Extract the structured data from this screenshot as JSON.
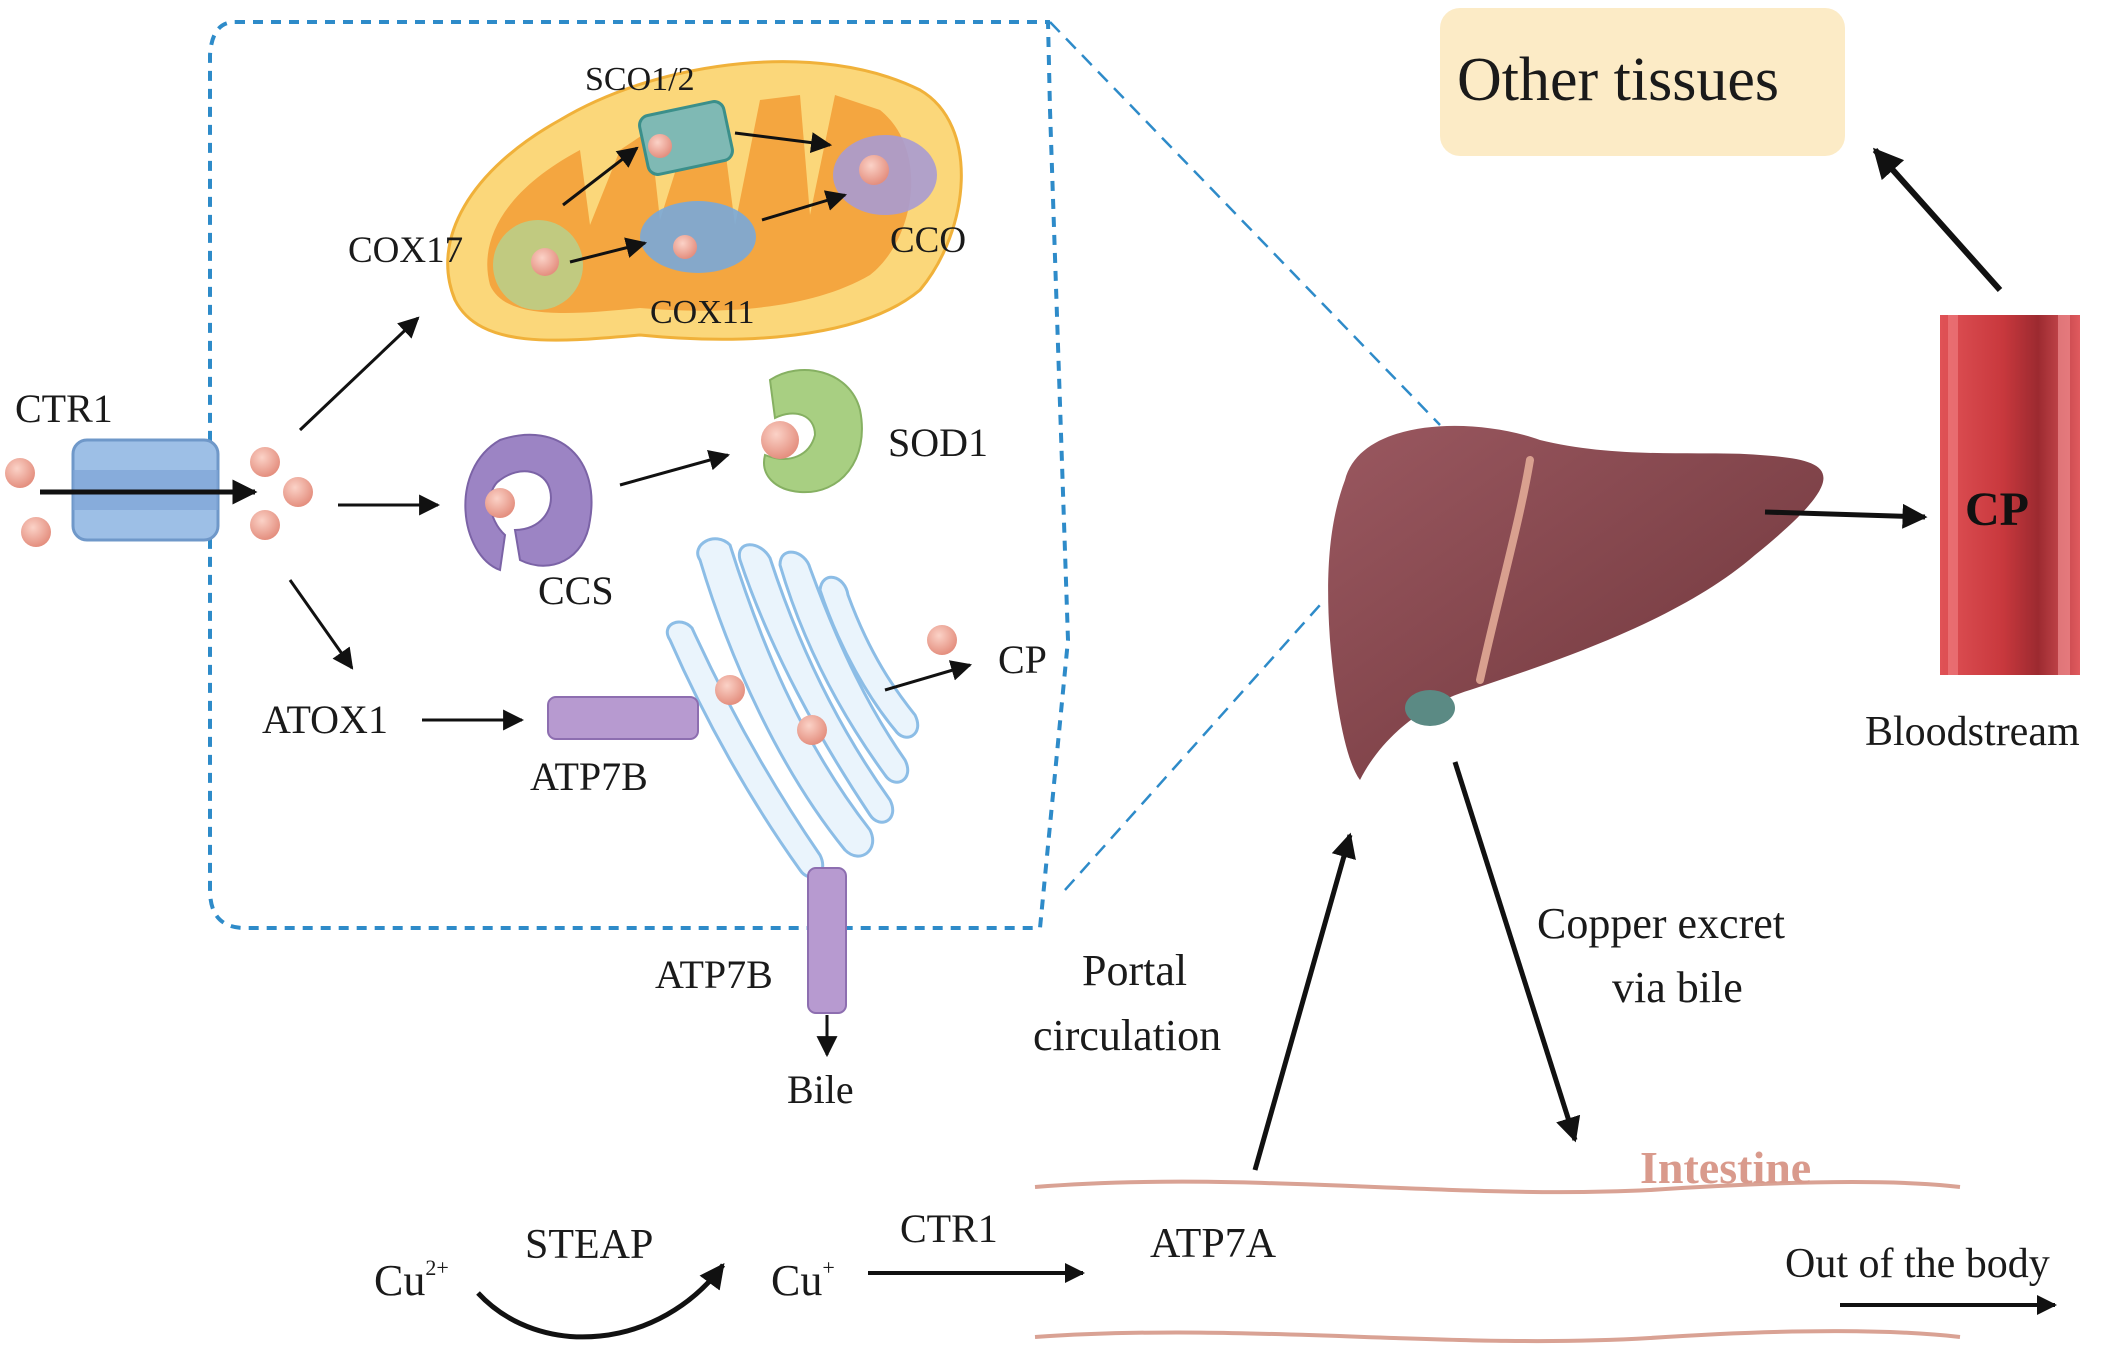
{
  "labels": {
    "other_tissues": "Other tissues",
    "sco12": "SCO1/2",
    "cox17": "COX17",
    "cco": "CCO",
    "cox11": "COX11",
    "ctr1_top": "CTR1",
    "sod1": "SOD1",
    "ccs": "CCS",
    "cp_cell": "CP",
    "atox1": "ATOX1",
    "atp7b_inner": "ATP7B",
    "atp7b_lower": "ATP7B",
    "bile": "Bile",
    "cp_blood": "CP",
    "bloodstream": "Bloodstream",
    "copper_excret_line1": "Copper excret",
    "copper_excret_line2": "via bile",
    "portal_line1": "Portal",
    "portal_line2": "circulation",
    "intestine": "Intestine",
    "atp7a": "ATP7A",
    "ctr1_bottom": "CTR1",
    "steap": "STEAP",
    "cu2_base": "Cu",
    "cu2_sup": "2+",
    "cu1_base": "Cu",
    "cu1_sup": "+",
    "out_of_body": "Out of the body"
  },
  "colors": {
    "dashed_border": "#2e8bc9",
    "mito_outer": "#fbd77a",
    "mito_inner": "#f4a640",
    "copper_ion": "#f2a99a",
    "liver": "#8b4a4f",
    "vessel": "#d9454a",
    "intestine_line": "#d9a294",
    "intestine_text": "#d99a8c",
    "other_tissues_box": "#fcebc6",
    "golgi": "#9cc8ec",
    "atp7b": "#b79ad0",
    "ctr1_channel": "#9dbfe6",
    "sod1": "#a8cf82",
    "ccs": "#9c84c4"
  },
  "icons": [
    "copper-ion",
    "ctr1-channel",
    "mitochondrion",
    "ccs-protein",
    "sod1-protein",
    "golgi-apparatus",
    "atp7b-transporter",
    "liver",
    "blood-vessel",
    "intestine"
  ]
}
